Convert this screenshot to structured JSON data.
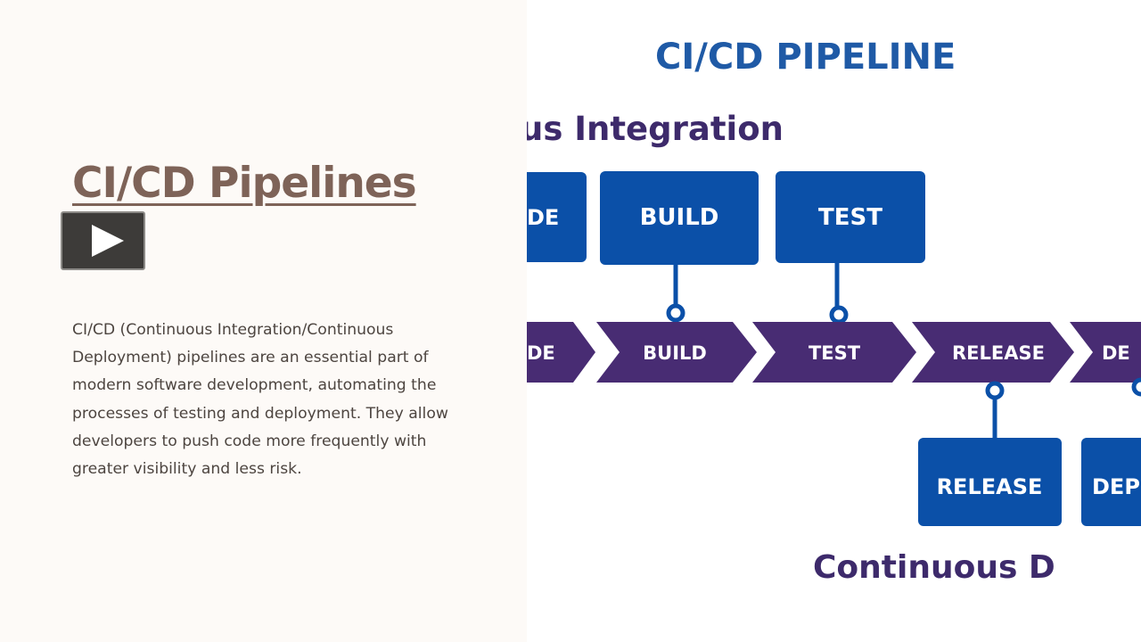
{
  "slide": {
    "title": "CI/CD Pipelines",
    "body": "CI/CD (Continuous Integration/Continuous Deployment) pipelines are an essential part of modern software development, automating the processes of testing and deployment. They allow developers to push code more frequently with greater visibility and less risk."
  },
  "diagram": {
    "heading": "CI/CD PIPELINE",
    "ci_label": "us Integration",
    "cd_label": "Continuous D",
    "top_boxes": [
      "DE",
      "BUILD",
      "TEST"
    ],
    "arrows": [
      "DE",
      "BUILD",
      "TEST",
      "RELEASE",
      "DE"
    ],
    "bottom_boxes": [
      "RELEASE",
      "DEP"
    ]
  },
  "colors": {
    "title": "#7e6358",
    "body_text": "#4d4540",
    "left_background": "#fdfaf7",
    "box_blue": "#0b50a8",
    "arrow_purple": "#482c73",
    "heading_blue": "#1f5aa6",
    "label_purple": "#3d2a6b"
  },
  "icons": {
    "play": "play-icon"
  }
}
